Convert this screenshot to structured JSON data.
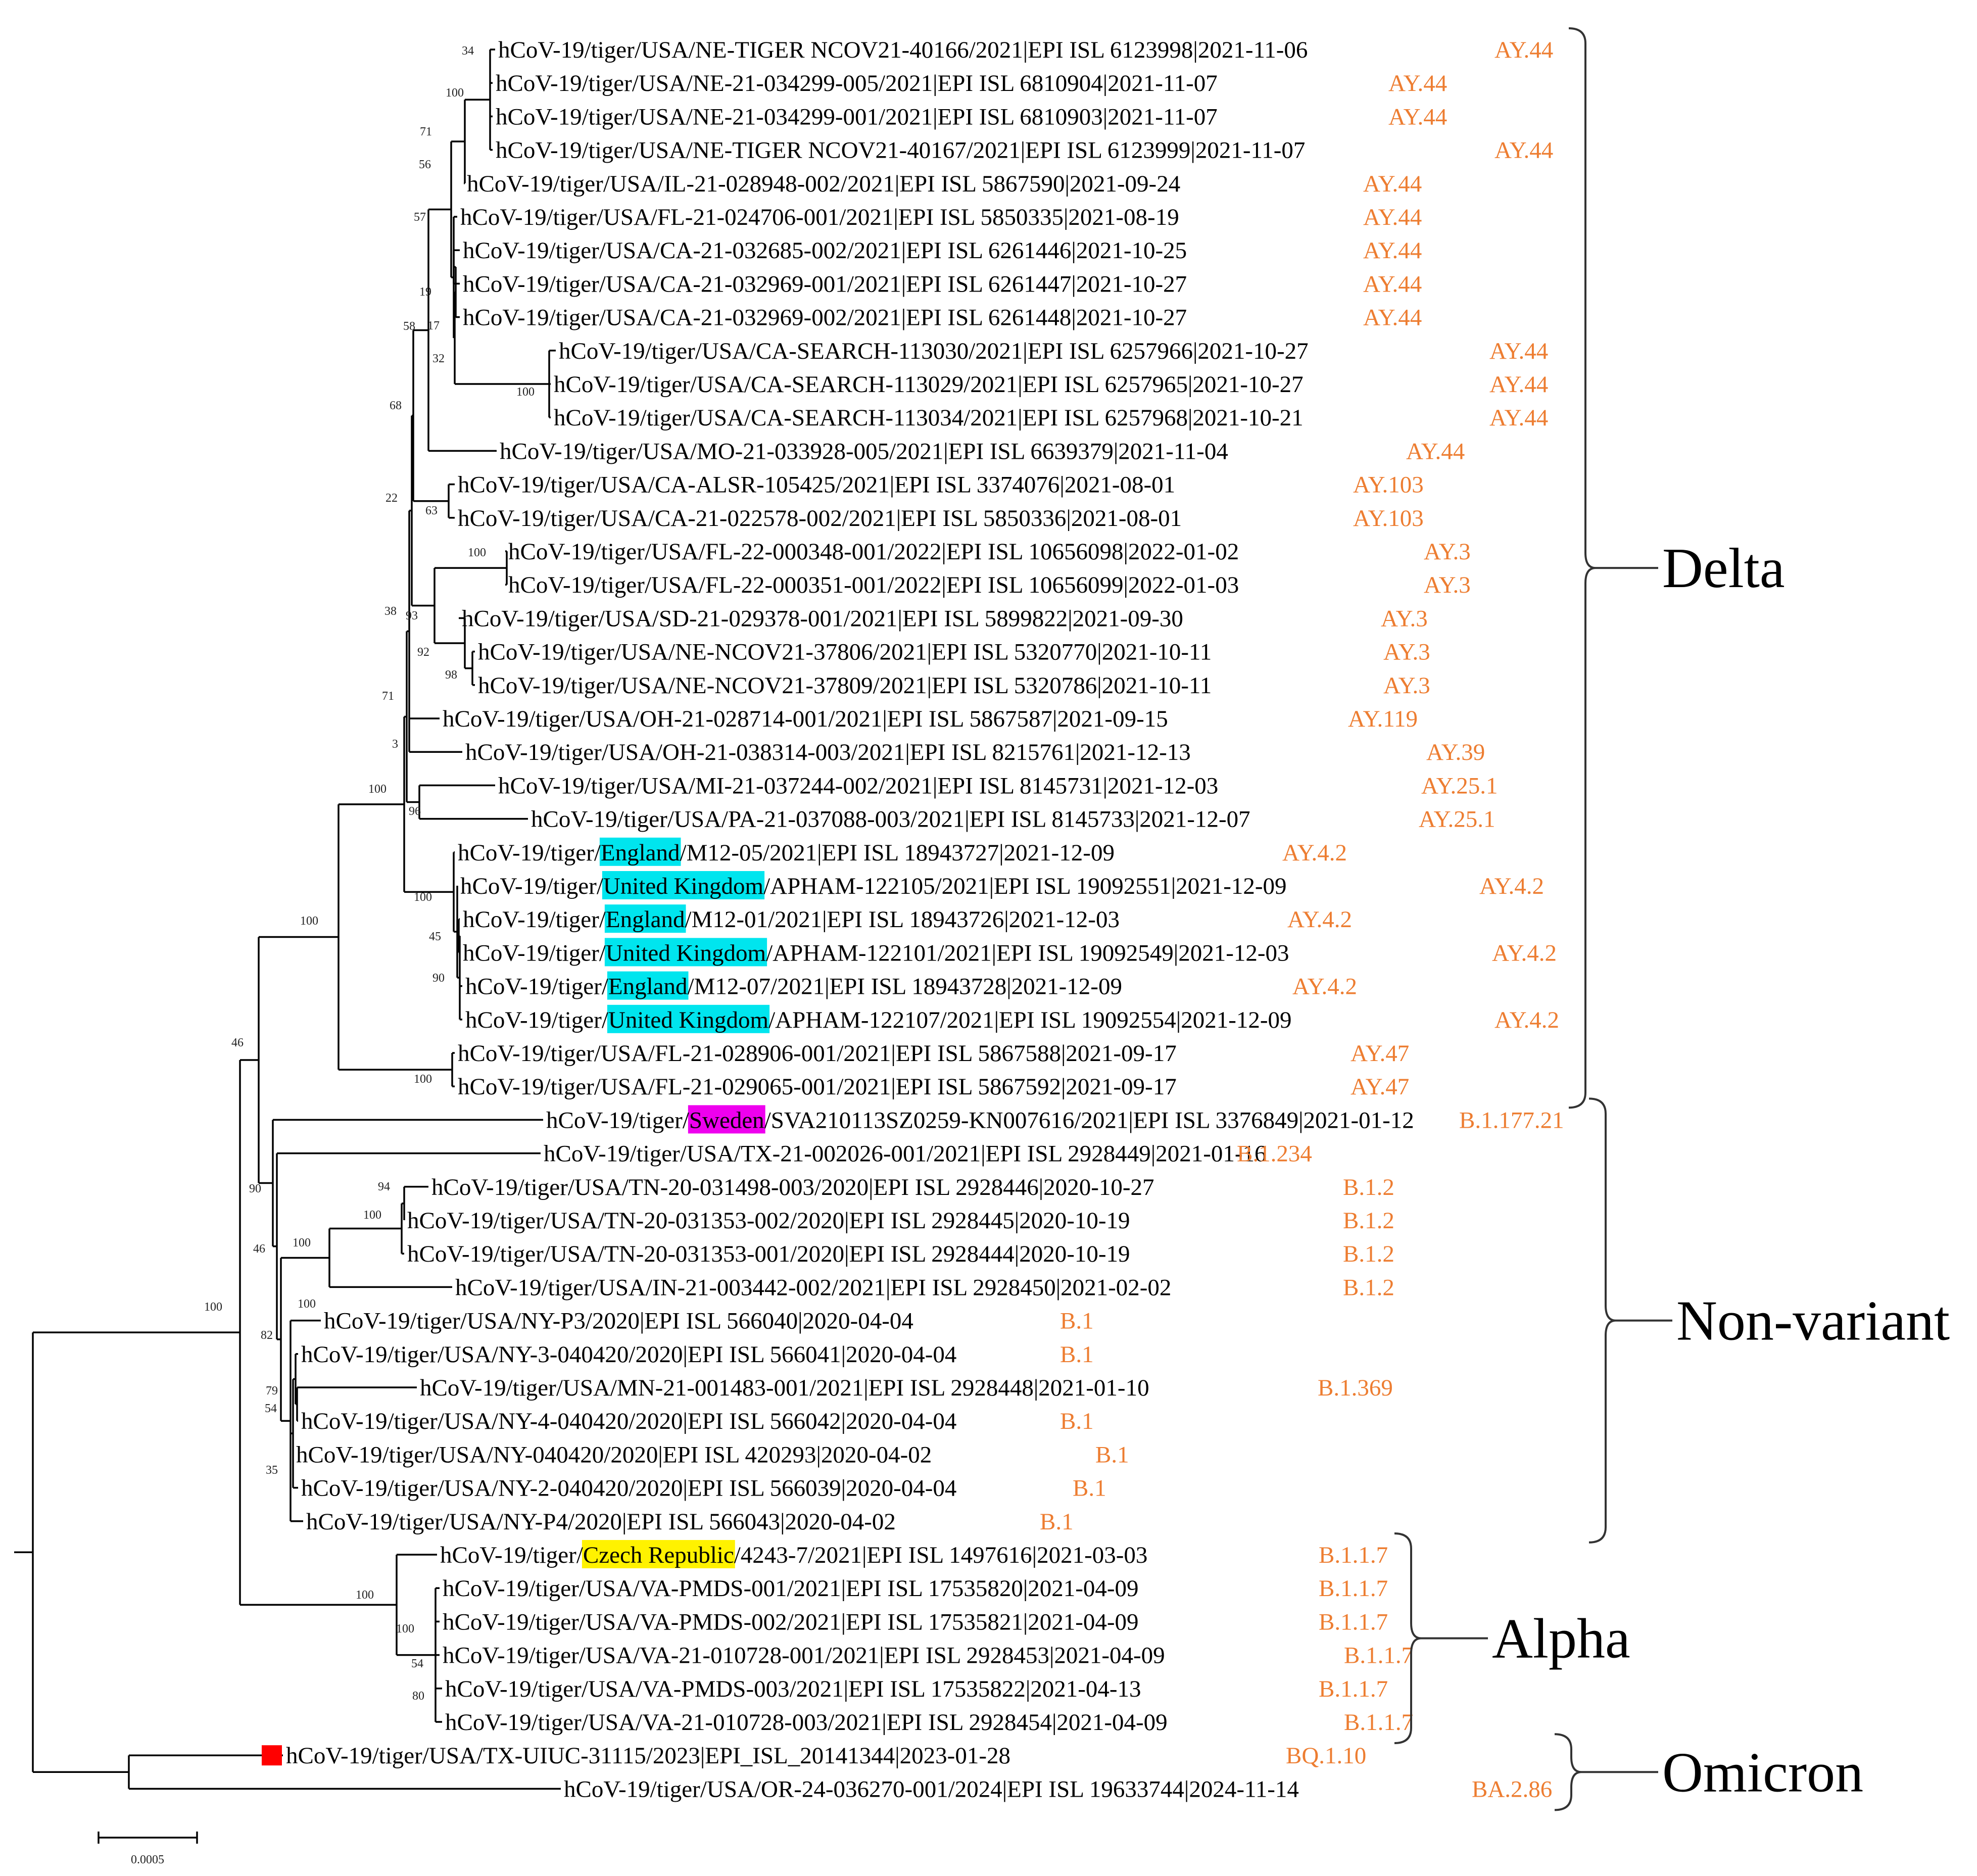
{
  "colors": {
    "lineage": "#ED7D31",
    "cyan_highlight": "#00E5EE",
    "magenta_highlight": "#EE00EE",
    "yellow_highlight": "#FFF200",
    "marker": "#FF0000",
    "line": "#000000"
  },
  "leaves": [
    {
      "pre": "hCoV-19/tiger/USA/NE-TIGER NCOV21-40166/2021|EPI ISL 6123998|2021-11-06",
      "hl": "",
      "post": "",
      "lineage": "AY.44"
    },
    {
      "pre": "hCoV-19/tiger/USA/NE-21-034299-005/2021|EPI ISL 6810904|2021-11-07",
      "hl": "",
      "post": "",
      "lineage": "AY.44"
    },
    {
      "pre": "hCoV-19/tiger/USA/NE-21-034299-001/2021|EPI ISL 6810903|2021-11-07",
      "hl": "",
      "post": "",
      "lineage": "AY.44"
    },
    {
      "pre": "hCoV-19/tiger/USA/NE-TIGER NCOV21-40167/2021|EPI ISL 6123999|2021-11-07",
      "hl": "",
      "post": "",
      "lineage": "AY.44"
    },
    {
      "pre": "hCoV-19/tiger/USA/IL-21-028948-002/2021|EPI ISL 5867590|2021-09-24",
      "hl": "",
      "post": "",
      "lineage": "AY.44"
    },
    {
      "pre": "hCoV-19/tiger/USA/FL-21-024706-001/2021|EPI ISL 5850335|2021-08-19",
      "hl": "",
      "post": "",
      "lineage": "AY.44"
    },
    {
      "pre": "hCoV-19/tiger/USA/CA-21-032685-002/2021|EPI ISL 6261446|2021-10-25",
      "hl": "",
      "post": "",
      "lineage": "AY.44"
    },
    {
      "pre": "hCoV-19/tiger/USA/CA-21-032969-001/2021|EPI ISL 6261447|2021-10-27",
      "hl": "",
      "post": "",
      "lineage": "AY.44"
    },
    {
      "pre": "hCoV-19/tiger/USA/CA-21-032969-002/2021|EPI ISL 6261448|2021-10-27",
      "hl": "",
      "post": "",
      "lineage": "AY.44"
    },
    {
      "pre": "hCoV-19/tiger/USA/CA-SEARCH-113030/2021|EPI ISL 6257966|2021-10-27",
      "hl": "",
      "post": "",
      "lineage": "AY.44"
    },
    {
      "pre": "hCoV-19/tiger/USA/CA-SEARCH-113029/2021|EPI ISL 6257965|2021-10-27",
      "hl": "",
      "post": "",
      "lineage": "AY.44"
    },
    {
      "pre": "hCoV-19/tiger/USA/CA-SEARCH-113034/2021|EPI ISL 6257968|2021-10-21",
      "hl": "",
      "post": "",
      "lineage": "AY.44"
    },
    {
      "pre": "hCoV-19/tiger/USA/MO-21-033928-005/2021|EPI ISL 6639379|2021-11-04",
      "hl": "",
      "post": "",
      "lineage": "AY.44"
    },
    {
      "pre": "hCoV-19/tiger/USA/CA-ALSR-105425/2021|EPI ISL 3374076|2021-08-01",
      "hl": "",
      "post": "",
      "lineage": "AY.103"
    },
    {
      "pre": "hCoV-19/tiger/USA/CA-21-022578-002/2021|EPI ISL 5850336|2021-08-01",
      "hl": "",
      "post": "",
      "lineage": "AY.103"
    },
    {
      "pre": "hCoV-19/tiger/USA/FL-22-000348-001/2022|EPI ISL 10656098|2022-01-02",
      "hl": "",
      "post": "",
      "lineage": "AY.3"
    },
    {
      "pre": "hCoV-19/tiger/USA/FL-22-000351-001/2022|EPI ISL 10656099|2022-01-03",
      "hl": "",
      "post": "",
      "lineage": "AY.3"
    },
    {
      "pre": "hCoV-19/tiger/USA/SD-21-029378-001/2021|EPI ISL 5899822|2021-09-30",
      "hl": "",
      "post": "",
      "lineage": "AY.3"
    },
    {
      "pre": "hCoV-19/tiger/USA/NE-NCOV21-37806/2021|EPI ISL 5320770|2021-10-11",
      "hl": "",
      "post": "",
      "lineage": "AY.3"
    },
    {
      "pre": "hCoV-19/tiger/USA/NE-NCOV21-37809/2021|EPI ISL 5320786|2021-10-11",
      "hl": "",
      "post": "",
      "lineage": "AY.3"
    },
    {
      "pre": "hCoV-19/tiger/USA/OH-21-028714-001/2021|EPI ISL 5867587|2021-09-15",
      "hl": "",
      "post": "",
      "lineage": "AY.119"
    },
    {
      "pre": "hCoV-19/tiger/USA/OH-21-038314-003/2021|EPI ISL 8215761|2021-12-13",
      "hl": "",
      "post": "",
      "lineage": "AY.39"
    },
    {
      "pre": "hCoV-19/tiger/USA/MI-21-037244-002/2021|EPI ISL 8145731|2021-12-03",
      "hl": "",
      "post": "",
      "lineage": "AY.25.1"
    },
    {
      "pre": "hCoV-19/tiger/USA/PA-21-037088-003/2021|EPI ISL 8145733|2021-12-07",
      "hl": "",
      "post": "",
      "lineage": "AY.25.1"
    },
    {
      "pre": "hCoV-19/tiger/",
      "hl": "England",
      "post": "/M12-05/2021|EPI ISL 18943727|2021-12-09",
      "lineage": "AY.4.2"
    },
    {
      "pre": "hCoV-19/tiger/",
      "hl": "United Kingdom",
      "post": "/APHAM-122105/2021|EPI ISL 19092551|2021-12-09",
      "lineage": "AY.4.2"
    },
    {
      "pre": "hCoV-19/tiger/",
      "hl": "England",
      "post": "/M12-01/2021|EPI ISL 18943726|2021-12-03",
      "lineage": "AY.4.2"
    },
    {
      "pre": "hCoV-19/tiger/",
      "hl": "United Kingdom",
      "post": "/APHAM-122101/2021|EPI ISL 19092549|2021-12-03",
      "lineage": "AY.4.2"
    },
    {
      "pre": "hCoV-19/tiger/",
      "hl": "England",
      "post": "/M12-07/2021|EPI ISL 18943728|2021-12-09",
      "lineage": "AY.4.2"
    },
    {
      "pre": "hCoV-19/tiger/",
      "hl": "United Kingdom",
      "post": "/APHAM-122107/2021|EPI ISL 19092554|2021-12-09",
      "lineage": "AY.4.2"
    },
    {
      "pre": "hCoV-19/tiger/USA/FL-21-028906-001/2021|EPI ISL 5867588|2021-09-17",
      "hl": "",
      "post": "",
      "lineage": "AY.47"
    },
    {
      "pre": "hCoV-19/tiger/USA/FL-21-029065-001/2021|EPI ISL 5867592|2021-09-17",
      "hl": "",
      "post": "",
      "lineage": "AY.47"
    },
    {
      "pre": "hCoV-19/tiger/",
      "hl": "Sweden",
      "post": "/SVA210113SZ0259-KN007616/2021|EPI ISL 3376849|2021-01-12",
      "lineage": "B.1.177.21"
    },
    {
      "pre": "hCoV-19/tiger/USA/TX-21-002026-001/2021|EPI ISL 2928449|2021-01-16",
      "hl": "",
      "post": "",
      "lineage": "B.1.234"
    },
    {
      "pre": "hCoV-19/tiger/USA/TN-20-031498-003/2020|EPI ISL 2928446|2020-10-27",
      "hl": "",
      "post": "",
      "lineage": "B.1.2"
    },
    {
      "pre": "hCoV-19/tiger/USA/TN-20-031353-002/2020|EPI ISL 2928445|2020-10-19",
      "hl": "",
      "post": "",
      "lineage": "B.1.2"
    },
    {
      "pre": "hCoV-19/tiger/USA/TN-20-031353-001/2020|EPI ISL 2928444|2020-10-19",
      "hl": "",
      "post": "",
      "lineage": "B.1.2"
    },
    {
      "pre": "hCoV-19/tiger/USA/IN-21-003442-002/2021|EPI ISL 2928450|2021-02-02",
      "hl": "",
      "post": "",
      "lineage": "B.1.2"
    },
    {
      "pre": "hCoV-19/tiger/USA/NY-P3/2020|EPI ISL 566040|2020-04-04",
      "hl": "",
      "post": "",
      "lineage": "B.1"
    },
    {
      "pre": "hCoV-19/tiger/USA/NY-3-040420/2020|EPI ISL 566041|2020-04-04",
      "hl": "",
      "post": "",
      "lineage": "B.1"
    },
    {
      "pre": "hCoV-19/tiger/USA/MN-21-001483-001/2021|EPI ISL 2928448|2021-01-10",
      "hl": "",
      "post": "",
      "lineage": "B.1.369"
    },
    {
      "pre": "hCoV-19/tiger/USA/NY-4-040420/2020|EPI ISL 566042|2020-04-04",
      "hl": "",
      "post": "",
      "lineage": "B.1"
    },
    {
      "pre": "hCoV-19/tiger/USA/NY-040420/2020|EPI ISL 420293|2020-04-02",
      "hl": "",
      "post": "",
      "lineage": "B.1"
    },
    {
      "pre": "hCoV-19/tiger/USA/NY-2-040420/2020|EPI ISL 566039|2020-04-04",
      "hl": "",
      "post": "",
      "lineage": "B.1"
    },
    {
      "pre": "hCoV-19/tiger/USA/NY-P4/2020|EPI ISL 566043|2020-04-02",
      "hl": "",
      "post": "",
      "lineage": "B.1"
    },
    {
      "pre": "hCoV-19/tiger/",
      "hl": "Czech Republic",
      "post": "/4243-7/2021|EPI ISL 1497616|2021-03-03",
      "lineage": "B.1.1.7"
    },
    {
      "pre": "hCoV-19/tiger/USA/VA-PMDS-001/2021|EPI ISL 17535820|2021-04-09",
      "hl": "",
      "post": "",
      "lineage": "B.1.1.7"
    },
    {
      "pre": "hCoV-19/tiger/USA/VA-PMDS-002/2021|EPI ISL 17535821|2021-04-09",
      "hl": "",
      "post": "",
      "lineage": "B.1.1.7"
    },
    {
      "pre": "hCoV-19/tiger/USA/VA-21-010728-001/2021|EPI ISL 2928453|2021-04-09",
      "hl": "",
      "post": "",
      "lineage": "B.1.1.7"
    },
    {
      "pre": "hCoV-19/tiger/USA/VA-PMDS-003/2021|EPI ISL 17535822|2021-04-13",
      "hl": "",
      "post": "",
      "lineage": "B.1.1.7"
    },
    {
      "pre": "hCoV-19/tiger/USA/VA-21-010728-003/2021|EPI ISL 2928454|2021-04-09",
      "hl": "",
      "post": "",
      "lineage": "B.1.1.7"
    },
    {
      "pre": "hCoV-19/tiger/USA/TX-UIUC-31115/2023|EPI_ISL_20141344|2023-01-28",
      "hl": "",
      "post": "",
      "lineage": "BQ.1.10"
    },
    {
      "pre": "hCoV-19/tiger/USA/OR-24-036270-001/2024|EPI ISL 19633744|2024-11-14",
      "hl": "",
      "post": "",
      "lineage": "BA.2.86"
    }
  ],
  "support_values": [
    "34",
    "100",
    "71",
    "56",
    "57",
    "19",
    "17",
    "32",
    "100",
    "58",
    "68",
    "22",
    "63",
    "100",
    "93",
    "38",
    "92",
    "98",
    "71",
    "3",
    "100",
    "96",
    "100",
    "45",
    "90",
    "100",
    "100",
    "46",
    "90",
    "94",
    "100",
    "100",
    "46",
    "82",
    "79",
    "54",
    "35",
    "100",
    "100",
    "54",
    "80",
    "100",
    "100"
  ],
  "clades": [
    {
      "name": "Delta"
    },
    {
      "name": "Non-variant"
    },
    {
      "name": "Alpha"
    },
    {
      "name": "Omicron"
    }
  ],
  "scale_bar": {
    "label": "0.0005"
  }
}
